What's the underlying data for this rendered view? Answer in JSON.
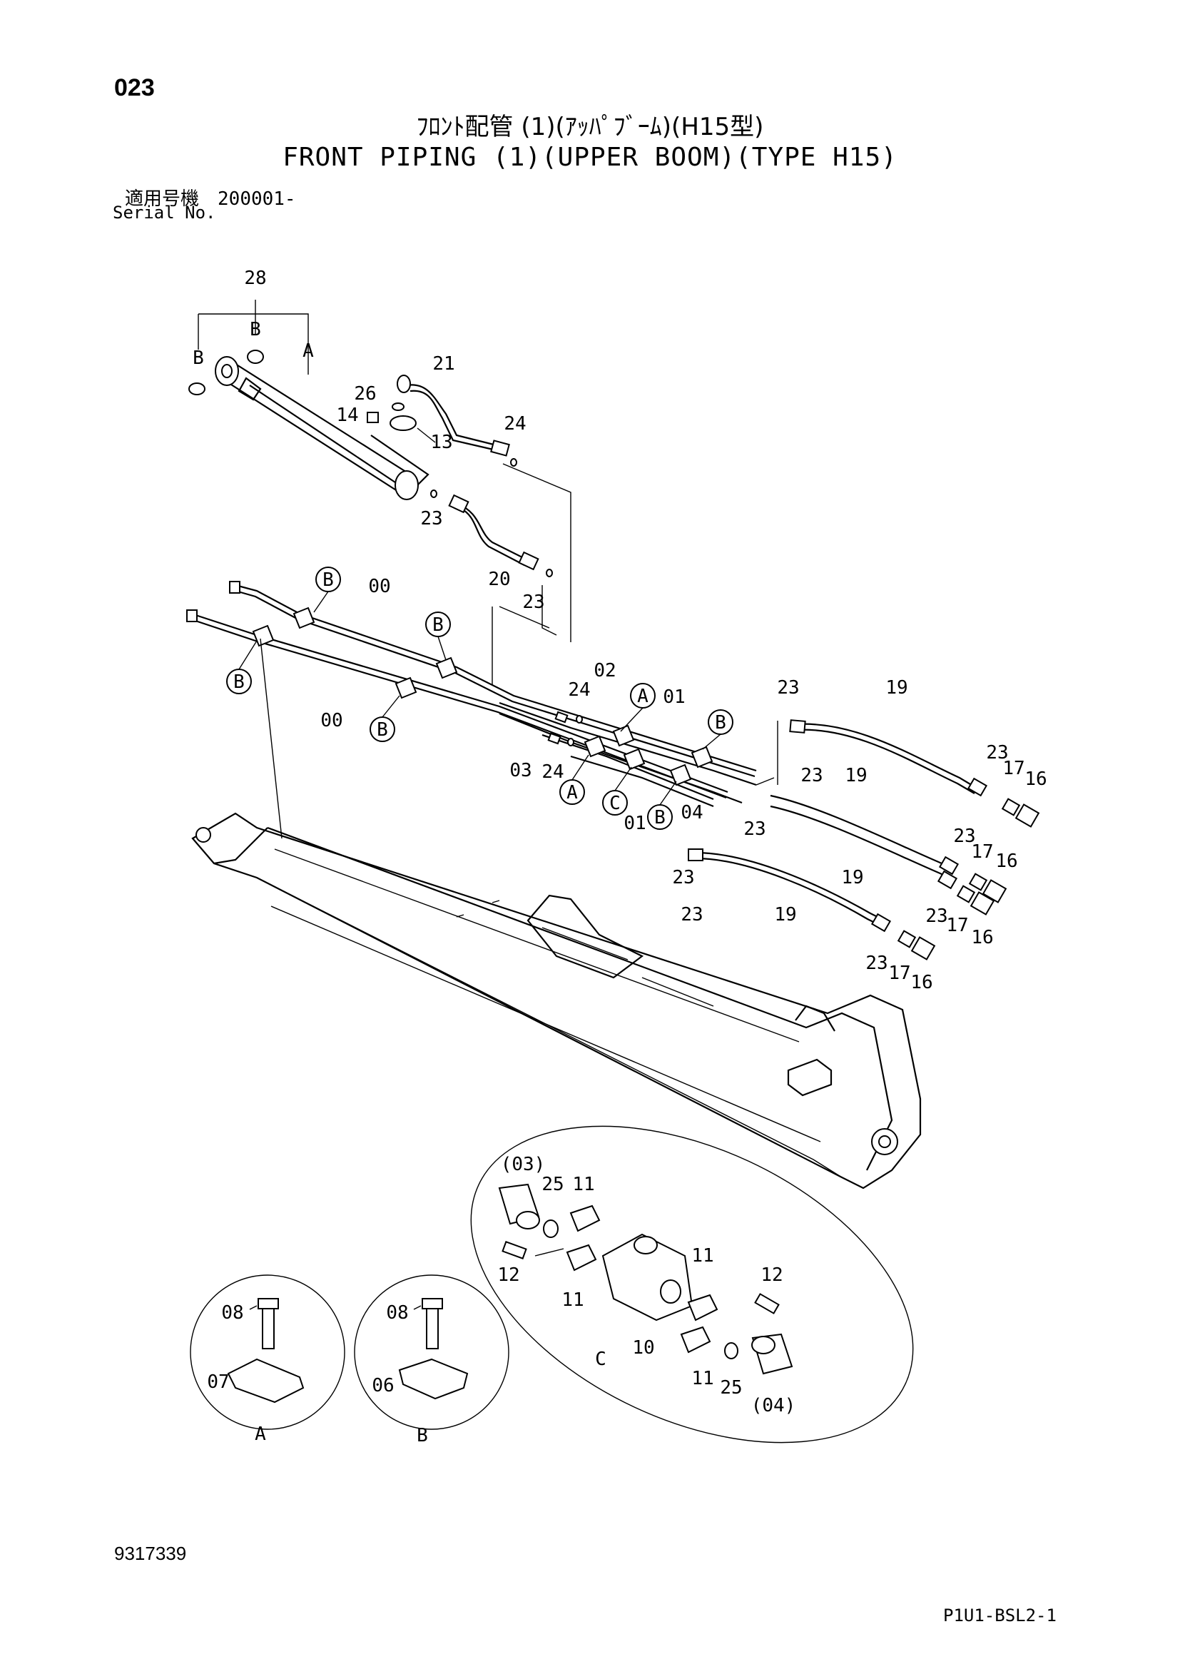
{
  "header": {
    "page_number": "023",
    "title_jp": "ﾌﾛﾝﾄ配管 (1)(ｱｯﾊﾟﾌﾞｰﾑ)(H15型)",
    "title_en": "FRONT PIPING (1)(UPPER BOOM)(TYPE H15)",
    "serial_label_jp": "適用号機",
    "serial_value": "200001-",
    "serial_label_en": "Serial No."
  },
  "footer": {
    "document_number": "9317339",
    "reference_code": "P1U1-BSL2-1"
  },
  "callouts": [
    {
      "id": "c28",
      "label": "28"
    },
    {
      "id": "cBtop",
      "label": "B"
    },
    {
      "id": "cBleft",
      "label": "B"
    },
    {
      "id": "cAtop",
      "label": "A"
    },
    {
      "id": "c21",
      "label": "21"
    },
    {
      "id": "c26",
      "label": "26"
    },
    {
      "id": "c14",
      "label": "14"
    },
    {
      "id": "c13",
      "label": "13"
    },
    {
      "id": "c24a",
      "label": "24"
    },
    {
      "id": "c23a",
      "label": "23"
    },
    {
      "id": "c20",
      "label": "20"
    },
    {
      "id": "c23b",
      "label": "23"
    },
    {
      "id": "c00a",
      "label": "00"
    },
    {
      "id": "c00b",
      "label": "00"
    },
    {
      "id": "c02",
      "label": "02"
    },
    {
      "id": "c24b",
      "label": "24"
    },
    {
      "id": "c01a",
      "label": "01"
    },
    {
      "id": "c03",
      "label": "03"
    },
    {
      "id": "c24c",
      "label": "24"
    },
    {
      "id": "c01b",
      "label": "01"
    },
    {
      "id": "c04",
      "label": "04"
    },
    {
      "id": "c23c",
      "label": "23"
    },
    {
      "id": "c19a",
      "label": "19"
    },
    {
      "id": "c23d",
      "label": "23"
    },
    {
      "id": "c23e",
      "label": "23"
    },
    {
      "id": "c23f",
      "label": "23"
    },
    {
      "id": "c19b",
      "label": "19"
    },
    {
      "id": "c19c",
      "label": "19"
    },
    {
      "id": "c23g",
      "label": "23"
    },
    {
      "id": "c17a",
      "label": "17"
    },
    {
      "id": "c16a",
      "label": "16"
    },
    {
      "id": "c23h",
      "label": "23"
    },
    {
      "id": "c17b",
      "label": "17"
    },
    {
      "id": "c16b",
      "label": "16"
    },
    {
      "id": "c23i",
      "label": "23"
    },
    {
      "id": "c17c",
      "label": "17"
    },
    {
      "id": "c16c",
      "label": "16"
    },
    {
      "id": "c19d",
      "label": "19"
    },
    {
      "id": "c23j",
      "label": "23"
    },
    {
      "id": "c17d",
      "label": "17"
    },
    {
      "id": "c16d",
      "label": "16"
    },
    {
      "id": "c23k",
      "label": "23"
    },
    {
      "id": "c03p",
      "label": "(03)"
    },
    {
      "id": "c25a",
      "label": "25"
    },
    {
      "id": "c11a",
      "label": "11"
    },
    {
      "id": "c12a",
      "label": "12"
    },
    {
      "id": "c11b",
      "label": "11"
    },
    {
      "id": "c11c",
      "label": "11"
    },
    {
      "id": "c12b",
      "label": "12"
    },
    {
      "id": "c10",
      "label": "10"
    },
    {
      "id": "c11d",
      "label": "11"
    },
    {
      "id": "c25b",
      "label": "25"
    },
    {
      "id": "c04p",
      "label": "(04)"
    },
    {
      "id": "cC",
      "label": "C"
    },
    {
      "id": "c08a",
      "label": "08"
    },
    {
      "id": "c07",
      "label": "07"
    },
    {
      "id": "cA",
      "label": "A"
    },
    {
      "id": "c08b",
      "label": "08"
    },
    {
      "id": "c06",
      "label": "06"
    },
    {
      "id": "cB",
      "label": "B"
    }
  ],
  "circled_markers": [
    {
      "id": "m1",
      "label": "B"
    },
    {
      "id": "m2",
      "label": "B"
    },
    {
      "id": "m3",
      "label": "B"
    },
    {
      "id": "m4",
      "label": "B"
    },
    {
      "id": "m5",
      "label": "A"
    },
    {
      "id": "m6",
      "label": "B"
    },
    {
      "id": "m7",
      "label": "A"
    },
    {
      "id": "m8",
      "label": "C"
    },
    {
      "id": "m9",
      "label": "B"
    }
  ]
}
